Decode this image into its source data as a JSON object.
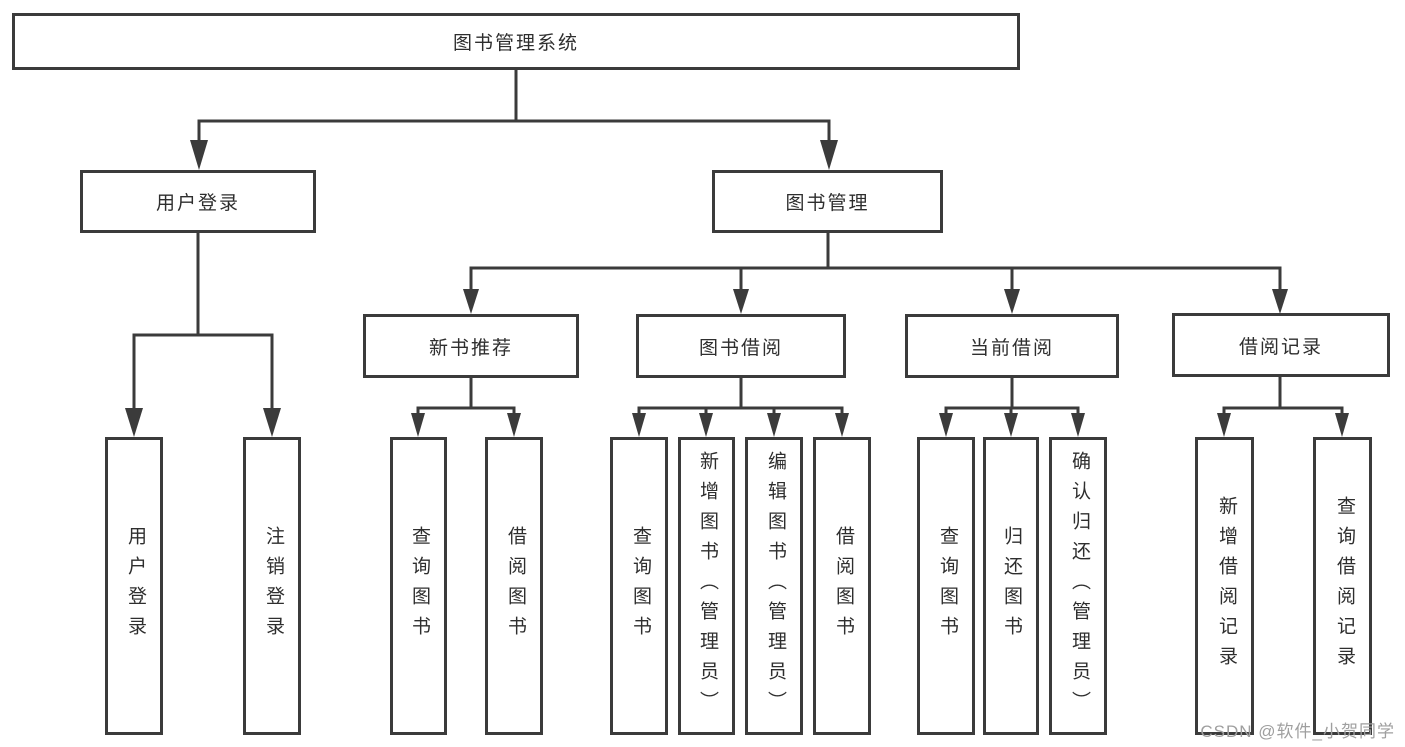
{
  "tree": {
    "root": {
      "label": "图书管理系统"
    },
    "level2": [
      {
        "label": "用户登录",
        "children": [
          {
            "label": "用户登录"
          },
          {
            "label": "注销登录"
          }
        ]
      },
      {
        "label": "图书管理",
        "children": [
          {
            "label": "新书推荐",
            "children": [
              {
                "label": "查询图书"
              },
              {
                "label": "借阅图书"
              }
            ]
          },
          {
            "label": "图书借阅",
            "children": [
              {
                "label": "查询图书"
              },
              {
                "label": "新增图书（管理员）"
              },
              {
                "label": "编辑图书（管理员）"
              },
              {
                "label": "借阅图书"
              }
            ]
          },
          {
            "label": "当前借阅",
            "children": [
              {
                "label": "查询图书"
              },
              {
                "label": "归还图书"
              },
              {
                "label": "确认归还（管理员）"
              }
            ]
          },
          {
            "label": "借阅记录",
            "children": [
              {
                "label": "新增借阅记录"
              },
              {
                "label": "查询借阅记录"
              }
            ]
          }
        ]
      }
    ]
  },
  "watermark": {
    "text": "CSDN @软件_小贺同学"
  },
  "colors": {
    "line": "#3b3b3b",
    "text": "#2e2e2e",
    "watermark": "#9f9f9f",
    "background": "#ffffff"
  }
}
